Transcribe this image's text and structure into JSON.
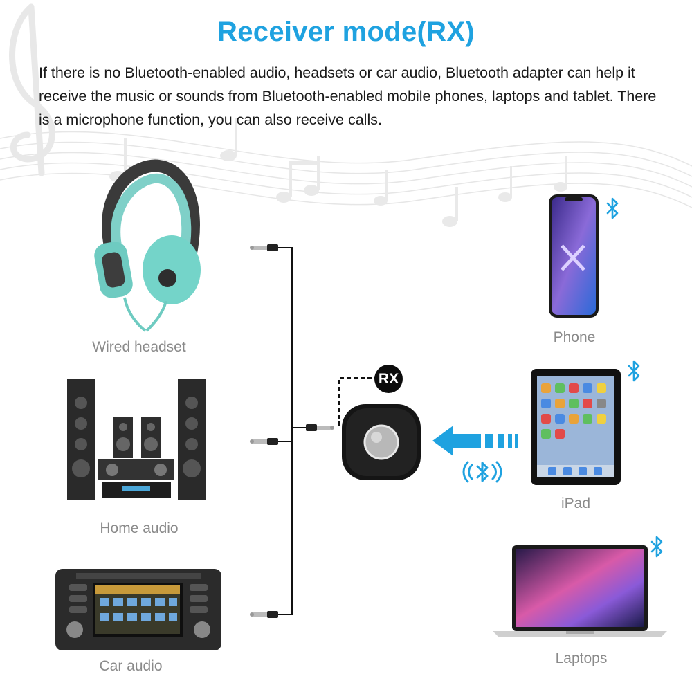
{
  "header": {
    "title": "Receiver mode(RX)",
    "description": "If there is no Bluetooth-enabled audio, headsets or car audio, Bluetooth adapter can help it receive the music or sounds from Bluetooth-enabled mobile phones, laptops and tablet. There is a microphone function, you can also receive calls."
  },
  "outputs": [
    {
      "label": "Wired headset",
      "icon": "headphones-icon"
    },
    {
      "label": "Home audio",
      "icon": "speaker-system-icon"
    },
    {
      "label": "Car audio",
      "icon": "car-stereo-icon"
    }
  ],
  "center": {
    "badge": "RX",
    "icon": "bluetooth-receiver-icon"
  },
  "sources": [
    {
      "label": "Phone",
      "icon": "smartphone-icon"
    },
    {
      "label": "iPad",
      "icon": "tablet-icon"
    },
    {
      "label": "Laptops",
      "icon": "laptop-icon"
    }
  ],
  "colors": {
    "title": "#1fa2e0",
    "bluetooth": "#1fa2e0",
    "text": "#1a1a1a",
    "label": "#8a8a8a"
  }
}
